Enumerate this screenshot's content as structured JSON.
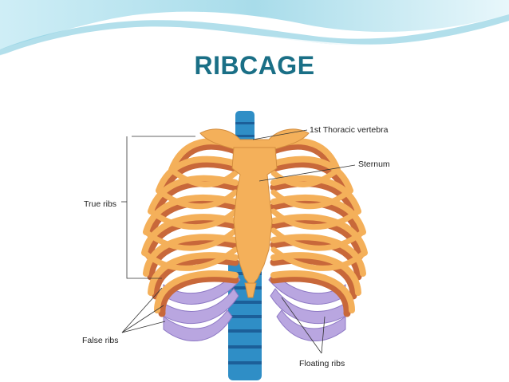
{
  "slide": {
    "title": "RIBCAGE"
  },
  "diagram": {
    "labels": {
      "thoracic_vertebra": "1st Thoracic vertebra",
      "sternum": "Sternum",
      "true_ribs": "True ribs",
      "false_ribs": "False ribs",
      "floating_ribs": "Floating ribs"
    },
    "colors": {
      "rib": "#f4b05a",
      "rib_shadow": "#c8683a",
      "cartilage": "#b9a6e0",
      "spine": "#2f8ec6",
      "spine_disc": "#1c5f99",
      "banner": "#9fd6e6"
    }
  }
}
